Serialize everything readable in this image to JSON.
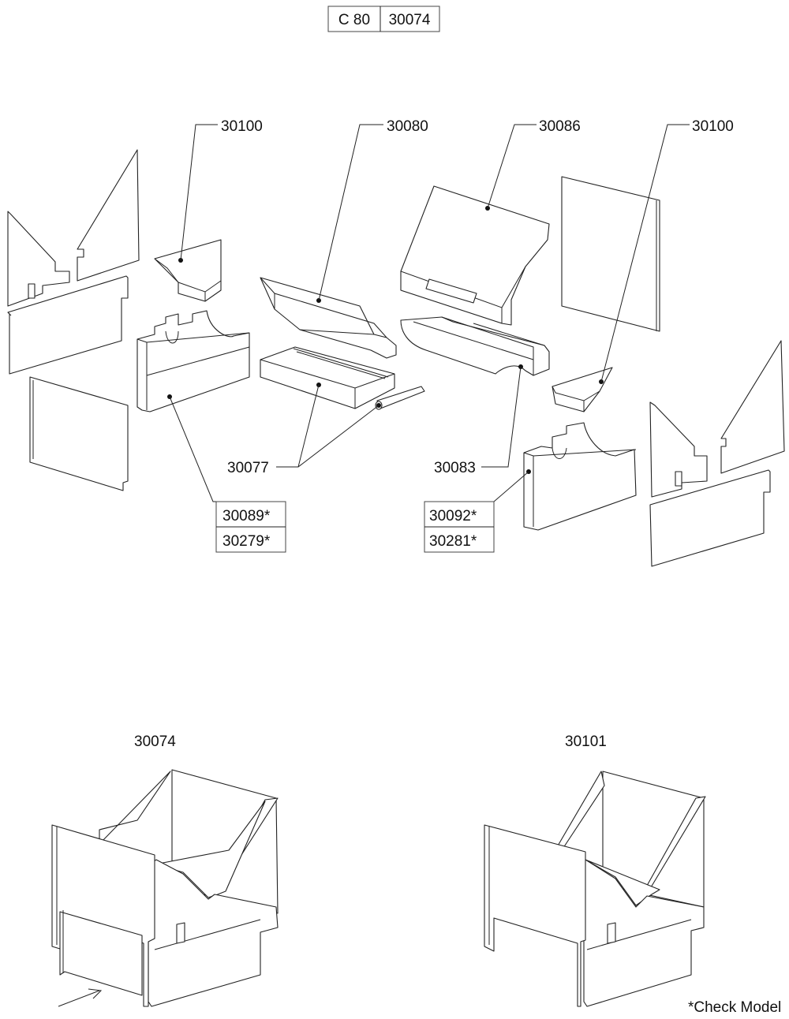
{
  "header": {
    "model": "C 80",
    "number": "30074"
  },
  "labels": {
    "p30100_left": "30100",
    "p30080": "30080",
    "p30086": "30086",
    "p30100_right": "30100",
    "p30077": "30077",
    "p30083": "30083"
  },
  "boxes": {
    "left": [
      "30089*",
      "30279*"
    ],
    "right": [
      "30092*",
      "30281*"
    ]
  },
  "assemblies": {
    "left": "30074",
    "right": "30101"
  },
  "footnote": "*Check Model"
}
